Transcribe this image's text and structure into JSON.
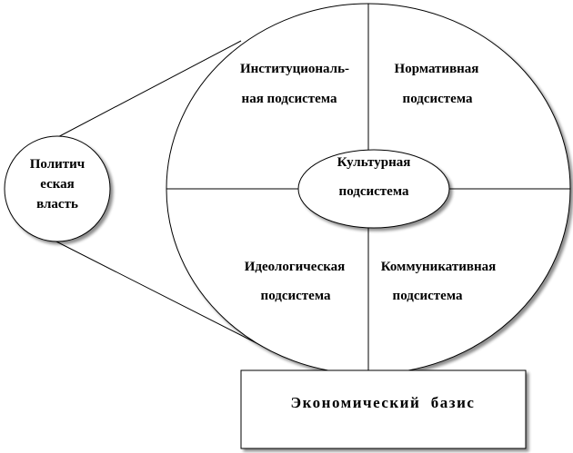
{
  "small_circle": {
    "lines": [
      "Политич",
      "еская",
      "власть"
    ]
  },
  "quadrants": {
    "top_left": [
      "Институциональ-",
      "ная подсистема"
    ],
    "top_right": [
      "Нормативная",
      "подсистема"
    ],
    "bottom_left": [
      "Идеологическая",
      "подсистема"
    ],
    "bottom_right": [
      "Коммуникативная",
      "подсистема"
    ]
  },
  "center": {
    "lines": [
      "Культурная",
      "подсистема"
    ]
  },
  "base_box": {
    "label": "Экономический  базис"
  },
  "colors": {
    "stroke": "#000000",
    "background": "#ffffff",
    "shadow": "#888888"
  }
}
